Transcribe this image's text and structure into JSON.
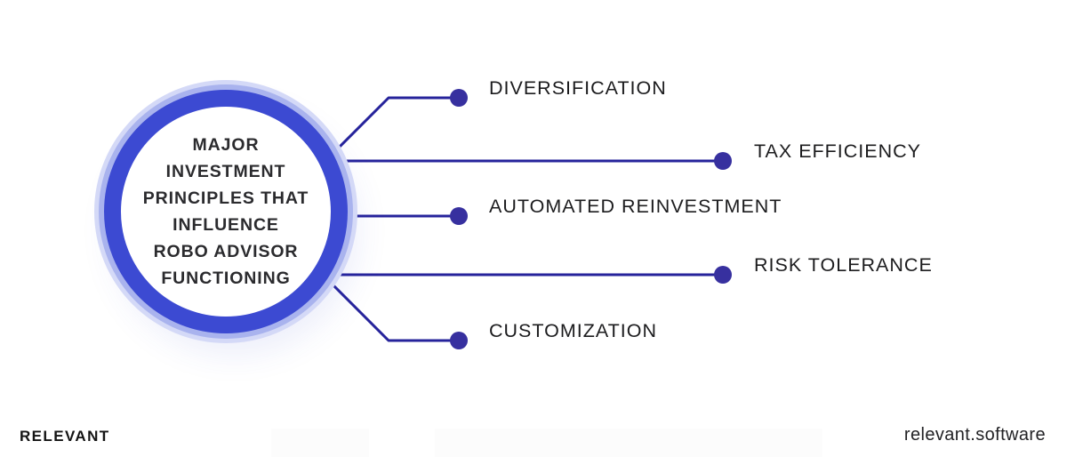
{
  "hub": {
    "text": "MAJOR\nINVESTMENT\nPRINCIPLES THAT\nINFLUENCE\nROBO ADVISOR\nFUNCTIONING",
    "ring_color": "#3c4ad2",
    "halo_color": "#a9b3ee",
    "outer_halo_color": "#d4d9f7",
    "text_color": "#2b2b2e"
  },
  "branches": [
    {
      "label": "DIVERSIFICATION"
    },
    {
      "label": "TAX EFFICIENCY"
    },
    {
      "label": "AUTOMATED REINVESTMENT"
    },
    {
      "label": "RISK TOLERANCE"
    },
    {
      "label": "CUSTOMIZATION"
    }
  ],
  "connector": {
    "line_color": "#26239b",
    "dot_color": "#37309f"
  },
  "footer": {
    "brand": "RELEVANT",
    "website": "relevant.software"
  }
}
